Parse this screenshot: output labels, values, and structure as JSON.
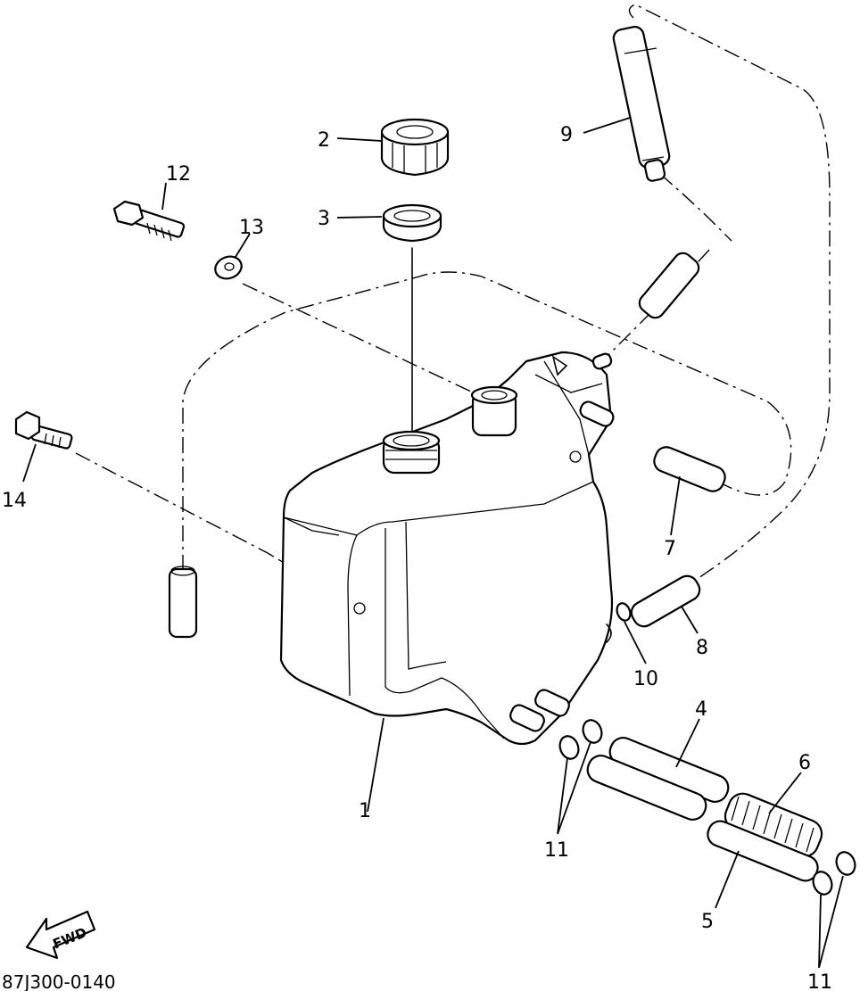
{
  "callouts": {
    "p1": "1",
    "p2": "2",
    "p3": "3",
    "p4": "4",
    "p5": "5",
    "p6": "6",
    "p7": "7",
    "p8": "8",
    "p9": "9",
    "p10": "10",
    "p11a": "11",
    "p11b": "11",
    "p12": "12",
    "p13": "13",
    "p14": "14"
  },
  "direction_label": "FWD",
  "drawing_code": "87J300-0140"
}
